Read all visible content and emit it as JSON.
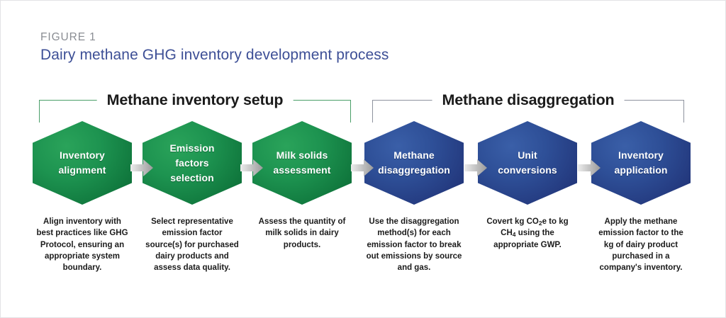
{
  "figure": {
    "label": "FIGURE 1",
    "title": "Dairy methane GHG inventory development process",
    "title_color": "#3d4f96",
    "label_color": "#8a8d93"
  },
  "groups": [
    {
      "id": "methane-inventory-setup",
      "title": "Methane inventory setup",
      "bracket_color": "#4a9e68",
      "accent": "#12803f"
    },
    {
      "id": "methane-disaggregation",
      "title": "Methane disaggregation",
      "bracket_color": "#8e939e",
      "accent": "#25397e"
    }
  ],
  "stages": [
    {
      "id": "inventory-alignment",
      "group": "methane-inventory-setup",
      "color": "green",
      "title_lines": [
        "Inventory",
        "alignment"
      ],
      "caption": "Align inventory with best practices like GHG Protocol, ensuring an appropriate system boundary."
    },
    {
      "id": "emission-factors-selection",
      "group": "methane-inventory-setup",
      "color": "green",
      "title_lines": [
        "Emission",
        "factors",
        "selection"
      ],
      "caption": "Select representative emission factor source(s) for purchased dairy products and assess data quality."
    },
    {
      "id": "milk-solids-assessment",
      "group": "methane-inventory-setup",
      "color": "green",
      "title_lines": [
        "Milk solids",
        "assessment"
      ],
      "caption": "Assess the quantity of milk solids in dairy products."
    },
    {
      "id": "methane-disaggregation",
      "group": "methane-disaggregation",
      "color": "blue",
      "title_lines": [
        "Methane",
        "disaggregation"
      ],
      "caption": "Use the disaggregation method(s) for each emission factor to break out emissions by source and gas."
    },
    {
      "id": "unit-conversions",
      "group": "methane-disaggregation",
      "color": "blue",
      "title_lines": [
        "Unit",
        "conversions"
      ],
      "caption_html": "Covert kg CO<sub>2</sub>e to kg CH<sub>4</sub> using the appropriate GWP.",
      "caption": "Covert kg CO2e to kg CH4 using the appropriate GWP."
    },
    {
      "id": "inventory-application",
      "group": "methane-disaggregation",
      "color": "blue",
      "title_lines": [
        "Inventory",
        "application"
      ],
      "caption": "Apply the methane emission factor to the kg of dairy product purchased in a company's inventory."
    }
  ],
  "arrows": {
    "count": 5,
    "icon": "arrow-right-icon",
    "color_start": "#e8e8e8",
    "color_end": "#9b9b9b"
  },
  "colors": {
    "green_hex": "#12803f",
    "blue_hex": "#25397e",
    "background": "#ffffff",
    "frame": "#e3e3e5"
  }
}
